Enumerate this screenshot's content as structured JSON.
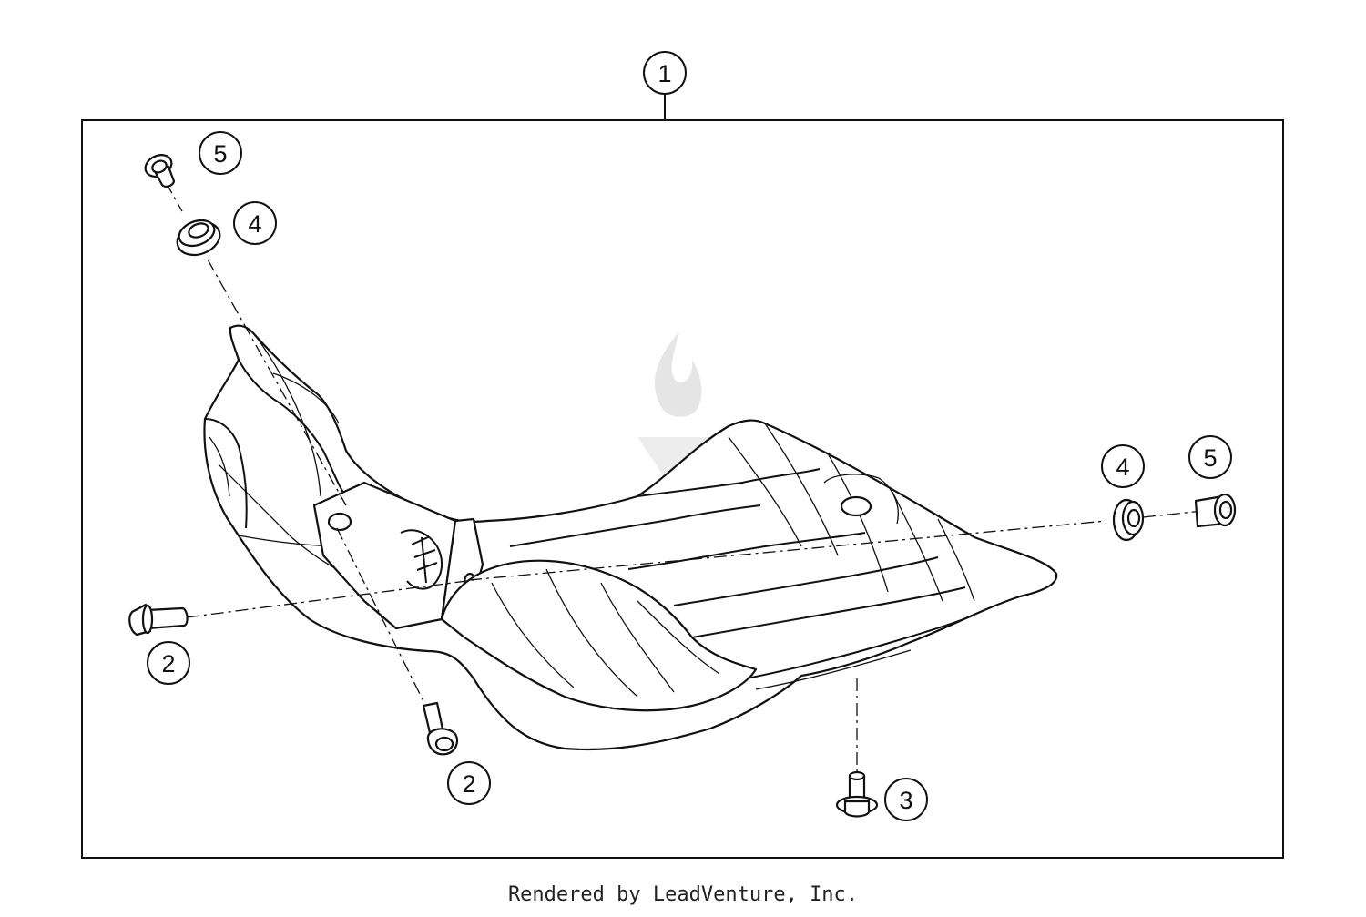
{
  "diagram": {
    "callouts": [
      {
        "id": "c1",
        "number": "1"
      },
      {
        "id": "c5a",
        "number": "5"
      },
      {
        "id": "c4a",
        "number": "4"
      },
      {
        "id": "c4b",
        "number": "4"
      },
      {
        "id": "c5b",
        "number": "5"
      },
      {
        "id": "c2a",
        "number": "2"
      },
      {
        "id": "c2b",
        "number": "2"
      },
      {
        "id": "c3",
        "number": "3"
      }
    ]
  },
  "footer": {
    "text": "Rendered by LeadVenture, Inc."
  }
}
